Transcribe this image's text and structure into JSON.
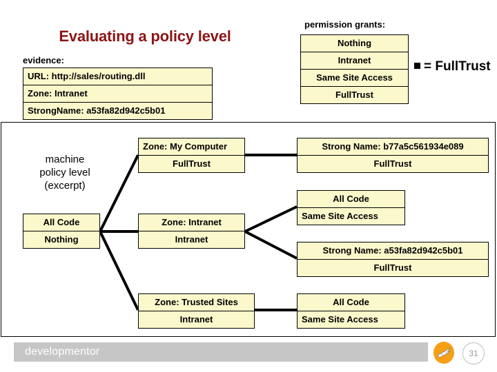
{
  "slide": {
    "title": "Evaluating a policy level",
    "page_number": "31",
    "brand": "developmentor"
  },
  "evidence": {
    "caption": "evidence:",
    "rows": [
      "URL: http://sales/routing.dll",
      "Zone: Intranet",
      "StrongName: a53fa82d942c5b01"
    ]
  },
  "permission_grants": {
    "caption": "permission grants:",
    "rows": [
      "Nothing",
      "Intranet",
      "Same Site Access",
      "FullTrust"
    ],
    "result": "= FullTrust"
  },
  "policy": {
    "caption_line1": "machine",
    "caption_line2": "policy level",
    "caption_line3": "(excerpt)",
    "nodes": {
      "root": {
        "condition": "All Code",
        "grant": "Nothing"
      },
      "my_computer": {
        "condition": "Zone: My Computer",
        "grant": "FullTrust"
      },
      "my_computer_child": {
        "condition": "Strong Name: b77a5c561934e089",
        "grant": "FullTrust"
      },
      "intranet": {
        "condition": "Zone: Intranet",
        "grant": "Intranet"
      },
      "intranet_child_1": {
        "condition": "All Code",
        "grant": "Same Site Access"
      },
      "intranet_child_2": {
        "condition": "Strong Name: a53fa82d942c5b01",
        "grant": "FullTrust"
      },
      "trusted_sites": {
        "condition": "Zone: Trusted Sites",
        "grant": "Intranet"
      },
      "trusted_sites_child": {
        "condition": "All Code",
        "grant": "Same Site Access"
      }
    }
  },
  "colors": {
    "title": "#8C1515",
    "box_fill": "#FBF8CC",
    "box_border": "#000000",
    "footer_bar": "#C6C6C6",
    "logo": "#F5A014"
  }
}
